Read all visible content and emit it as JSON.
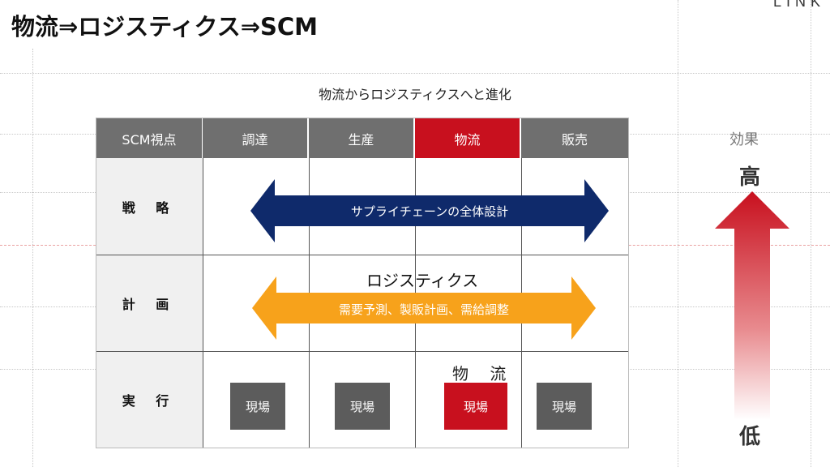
{
  "slide": {
    "title": "物流⇒ロジスティクス⇒SCM",
    "brand": "LINK",
    "subtitle": "物流からロジスティクスへと進化"
  },
  "table": {
    "headers": [
      "SCM視点",
      "調達",
      "生産",
      "物流",
      "販売"
    ],
    "highlight_header": "物流",
    "rows": [
      "戦 略",
      "計 画",
      "実 行"
    ],
    "strategy_arrow": "サプライチェーンの全体設計",
    "logistics_label": "ロジスティクス",
    "plan_arrow": "需要予測、製販計画、需給調整",
    "butsuryu_label": "物 流",
    "sites": [
      "現場",
      "現場",
      "現場",
      "現場"
    ]
  },
  "effect_axis": {
    "label": "効果",
    "high": "高",
    "low": "低"
  },
  "colors": {
    "header_gray": "#6f6f6f",
    "accent_red": "#c8101e",
    "strategy_navy": "#0f2a6b",
    "plan_orange": "#f7a21b"
  }
}
